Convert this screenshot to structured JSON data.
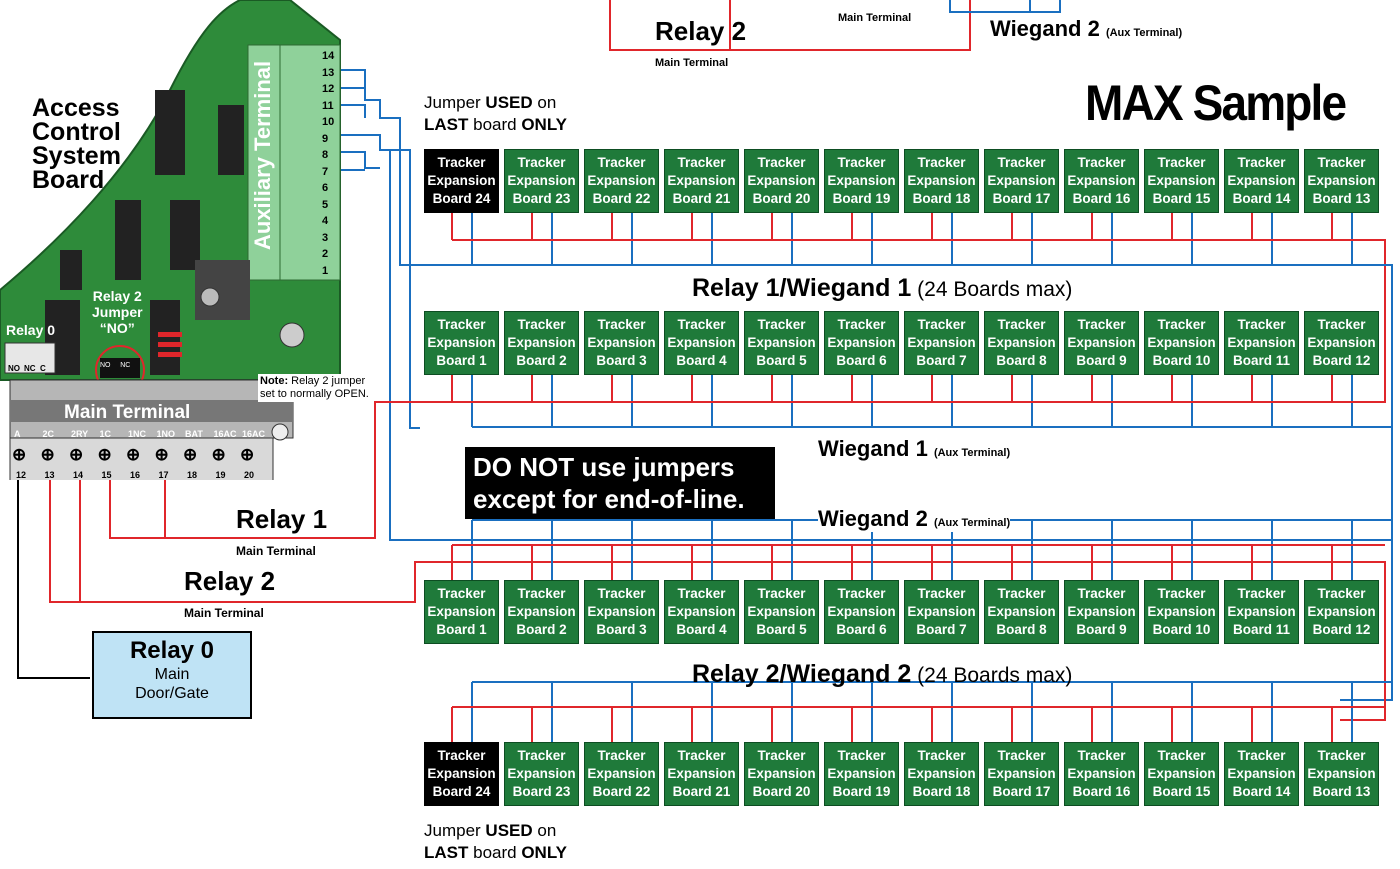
{
  "title": "MAX Sample",
  "acs_board_label": [
    "Access",
    "Control",
    "System",
    "Board"
  ],
  "aux_terminal_label": "Auxiliary Terminal",
  "aux_terminal_numbers": [
    "14",
    "13",
    "12",
    "11",
    "10",
    "9",
    "8",
    "7",
    "6",
    "5",
    "4",
    "3",
    "2",
    "1"
  ],
  "main_terminal_label": "Main Terminal",
  "main_terminal_pins": [
    "A",
    "2C",
    "2RY",
    "1C",
    "1NC",
    "1NO",
    "BAT",
    "16AC",
    "16AC"
  ],
  "main_terminal_numbers": [
    "12",
    "13",
    "14",
    "15",
    "16",
    "17",
    "18",
    "19",
    "20"
  ],
  "relay0_label": "Relay 0",
  "relay0_pins": [
    "NO",
    "NC",
    "C"
  ],
  "relay2_jumper_label": [
    "Relay 2",
    "Jumper",
    "“NO”"
  ],
  "jumper_pins": [
    "NO",
    "NC"
  ],
  "note": {
    "bold": "Note:",
    "text1": " Relay 2 jumper",
    "text2": "set to normally OPEN."
  },
  "jumper_note_top": {
    "l1a": "Jumper ",
    "l1b": "USED",
    "l1c": " on",
    "l2a": "LAST",
    "l2b": " board ",
    "l2c": "ONLY"
  },
  "jumper_note_bottom": {
    "l1a": "Jumper ",
    "l1b": "USED",
    "l1c": " on",
    "l2a": "LAST",
    "l2b": " board ",
    "l2c": "ONLY"
  },
  "top_partial": {
    "relay2": "Relay 2",
    "relay2_sub": "Main Terminal",
    "main_terminal_small": "Main Terminal",
    "wiegand2": "Wiegand 2",
    "wiegand2_sub": "(Aux Terminal)"
  },
  "relay1_wiegand1": {
    "bold": "Relay 1/Wiegand 1",
    "normal": " (24 Boards max)"
  },
  "relay2_wiegand2": {
    "bold": "Relay 2/Wiegand 2",
    "normal": " (24 Boards max)"
  },
  "wiegand1_mid": {
    "bold": "Wiegand 1",
    "small": "(Aux Terminal)"
  },
  "wiegand2_mid": {
    "bold": "Wiegand 2",
    "small": "(Aux Terminal)"
  },
  "warning": [
    "DO NOT use jumpers",
    "except for end-of-line."
  ],
  "relay1_left": {
    "label": "Relay 1",
    "sub": "Main Terminal"
  },
  "relay2_left": {
    "label": "Relay 2",
    "sub": "Main Terminal"
  },
  "relay0_box": {
    "title": "Relay 0",
    "line1": "Main",
    "line2": "Door/Gate"
  },
  "board_line1": "Tracker",
  "board_line2": "Expansion",
  "rows": [
    {
      "boards": [
        "Board 24",
        "Board 23",
        "Board 22",
        "Board 21",
        "Board 20",
        "Board 19",
        "Board 18",
        "Board 17",
        "Board 16",
        "Board 15",
        "Board 14",
        "Board 13"
      ]
    },
    {
      "boards": [
        "Board 1",
        "Board 2",
        "Board 3",
        "Board 4",
        "Board 5",
        "Board 6",
        "Board 7",
        "Board 8",
        "Board 9",
        "Board 10",
        "Board 11",
        "Board 12"
      ]
    },
    {
      "boards": [
        "Board 1",
        "Board 2",
        "Board 3",
        "Board 4",
        "Board 5",
        "Board 6",
        "Board 7",
        "Board 8",
        "Board 9",
        "Board 10",
        "Board 11",
        "Board 12"
      ]
    },
    {
      "boards": [
        "Board 24",
        "Board 23",
        "Board 22",
        "Board 21",
        "Board 20",
        "Board 19",
        "Board 18",
        "Board 17",
        "Board 16",
        "Board 15",
        "Board 14",
        "Board 13"
      ]
    }
  ],
  "colors": {
    "board": "#1f7a3a",
    "last_board": "#000000",
    "red_wire": "#e0262b",
    "blue_wire": "#1a6fc0",
    "pcb": "#2e8b3a",
    "relay0_box": "#bfe3f5"
  }
}
